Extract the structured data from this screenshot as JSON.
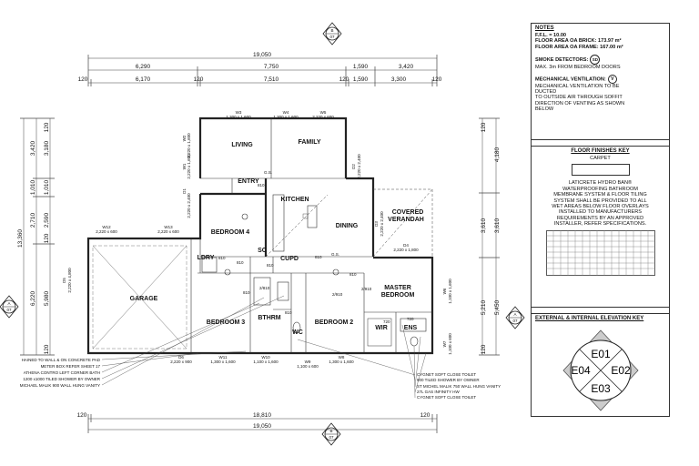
{
  "dimensions": {
    "top_overall": "19,050",
    "top_upper": [
      "6,290",
      "7,750",
      "1,590",
      "3,420"
    ],
    "top_lower": [
      "120",
      "6,170",
      "120",
      "7,510",
      "120",
      "1,590",
      "3,300",
      "120"
    ],
    "bottom_inner": "18,810",
    "bottom_outer": "19,050",
    "bottom_ends": [
      "120",
      "120"
    ],
    "left_overall": "13,360",
    "left_upper": [
      "3,420",
      "1,010",
      "2,710",
      "6,220"
    ],
    "left_lower": [
      "3,180",
      "1,010",
      "2,590",
      "5,980"
    ],
    "left_ends": [
      "120",
      "120",
      "120"
    ],
    "right_upper": [
      "4,180",
      "3,610",
      "5,450"
    ],
    "right_lower": [
      "3,610",
      "5,210"
    ],
    "right_ends": [
      "120",
      "120"
    ]
  },
  "section_markers": {
    "top": {
      "letter": "B",
      "sheet": "07"
    },
    "bottom": {
      "letter": "B",
      "sheet": "07"
    },
    "left": {
      "letter": "A",
      "sheet": "07"
    },
    "right": {
      "letter": "A",
      "sheet": "07"
    }
  },
  "rooms": {
    "living": "LIVING",
    "family": "FAMILY",
    "entry": "ENTRY",
    "kitchen": "KITCHEN",
    "dining": "DINING",
    "verandah_1": "COVERED",
    "verandah_2": "VERANDAH",
    "bedroom4": "BEDROOM 4",
    "ldry": "LDRY",
    "sc": "SC",
    "cupd": "CUPD",
    "garage": "GARAGE",
    "master_1": "MASTER",
    "master_2": "BEDROOM",
    "bedroom3": "BEDROOM 3",
    "bthrm": "BTHRM",
    "wc": "WC",
    "bedroom2": "BEDROOM 2",
    "wir": "WIR",
    "ens": "ENS"
  },
  "windows": {
    "w1": "W1",
    "w1_size": "2,220 x 1,600",
    "w2": "W2",
    "w2_size": "2,220 x 1,600",
    "w3": "W3",
    "w3_size": "1,300 x 1,600",
    "w4": "W4",
    "w4_size": "1,300 x 1,600",
    "w5": "W5",
    "w5_size": "2,220 x 600",
    "w6": "W6",
    "w6_size": "1,100 x 1,600",
    "w7": "W7",
    "w7_size": "1,100 x 600",
    "w8": "W8",
    "w8_size": "1,300 x 1,600",
    "w9": "W9",
    "w9_size": "1,100 x 600",
    "w10": "W10",
    "w10_size": "1,100 x 1,600",
    "w11": "W11",
    "w11_size": "1,300 x 1,600",
    "w12": "W12",
    "w12_size": "2,220 x 600",
    "w13": "W13",
    "w13_size": "2,220 x 600",
    "d1": "D1",
    "d1_size": "2,220 x 2,400",
    "d2": "D2",
    "d2_size": "2,220 x 2,400",
    "d3": "D3",
    "d3_size": "2,220 x 2,400",
    "d4": "D4",
    "d4_size": "2,220 x 1,800",
    "d5": "D5",
    "d5_size": "2,220 x 4,800",
    "d6": "D6",
    "d6_size": "2,220 x 900"
  },
  "door_sizes": [
    "810",
    "810",
    "810",
    "810",
    "810",
    "810",
    "810",
    "810",
    "2/910",
    "2/910",
    "2/810",
    "720",
    "720"
  ],
  "misc_labels": {
    "gs1": "G.S.",
    "gs2": "G.S."
  },
  "callouts_left": [
    "HAINED TO WALL & ON CONCRETE PAD",
    "METER BOX REFER SHEET 17",
    "ATHENA CONTRO LEFT CORNER BATH",
    "1200 x1000 TILED SHOWER BY OWNER",
    "MICHAEL MALIK 900 WALL HUNG VANITY"
  ],
  "callouts_right": [
    "CYGNET SOFT CLOSE TOILET",
    "900 TILED SHOWER BY OWNER",
    "ST MICHEL MALIK 750 WALL HUNG VANITY",
    "27L GAS INFINITY HW",
    "CYGNET SOFT CLOSE TOILET"
  ],
  "notes": {
    "heading": "NOTES",
    "ffl": "F.F.L. = 10.00",
    "area_brick": "FLOOR AREA OA BRICK: 173.97 m²",
    "area_frame": "FLOOR AREA OA FRAME: 167.00 m²",
    "smoke_title": "SMOKE DETECTORS:",
    "smoke_badge": "SD",
    "smoke_text": "MAX. 3m FROM BEDROOM DOORS",
    "mech_title": "MECHANICAL VENTILATION:",
    "mech_badge": "V",
    "mech_lines": [
      "MECHANICAL VENTILATION TO BE",
      "DUCTED",
      "TO OUTSIDE AIR THROUGH SOFFIT",
      "DIRECTION OF VENTING AS SHOWN",
      "BELOW"
    ]
  },
  "floor_finishes": {
    "heading": "FLOOR FINISHES KEY",
    "carpet": "CARPET",
    "tiling_lines": [
      "LATICRETE HYDRO BAN®",
      "WATERPROOFING  BATHROOM",
      "MEMBRANE SYSTEM & FLOOR TILING",
      "SYSTEM SHALL BE PROVIDED TO ALL",
      "WET AREAS BELOW FLOOR OVERLAYS",
      "INSTALLED TO MANUFACTURERS",
      "REQUIREMENTS BY AN APPROVED",
      "INSTALLER, REFER SPECIFICATIONS."
    ]
  },
  "elevation_key": {
    "heading": "EXTERNAL & INTERNAL ELEVATION KEY",
    "e01": "E01",
    "e02": "E02",
    "e03": "E03",
    "e04": "E04"
  }
}
